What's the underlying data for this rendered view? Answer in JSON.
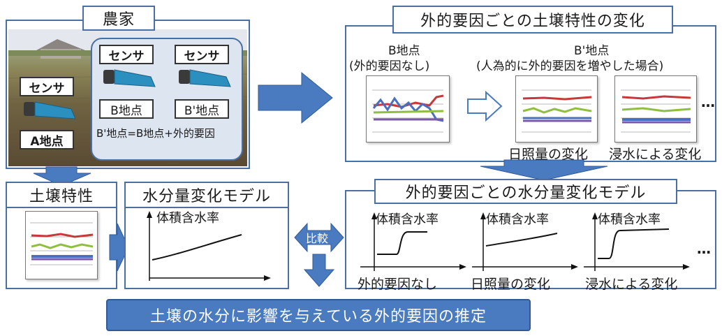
{
  "farmer": {
    "title": "農家",
    "sensor_label": "センサ",
    "point_a": "A地点",
    "point_b": "B地点",
    "point_b_prime": "B'地点",
    "equation": "B'地点=B地点+外的要因"
  },
  "soil_change": {
    "title": "外的要因ごとの土壌特性の変化",
    "b_point": "B地点",
    "b_point_sub": "(外的要因なし)",
    "bprime_point": "B'地点",
    "bprime_point_sub": "(人為的に外的要因を増やした場合)",
    "caption_sunlight": "日照量の変化",
    "caption_flood": "浸水による変化",
    "ellipsis": "…"
  },
  "soil_props": {
    "title": "土壌特性"
  },
  "moisture_model": {
    "title": "水分量変化モデル",
    "y_axis": "体積含水率"
  },
  "compare": {
    "label": "比較"
  },
  "factor_models": {
    "title": "外的要因ごとの水分量変化モデル",
    "y_axis": "体積含水率",
    "cap_none": "外的要因なし",
    "cap_sunlight": "日照量の変化",
    "cap_flood": "浸水による変化",
    "ellipsis": "…"
  },
  "conclusion": {
    "text": "土壌の水分に影響を与えている外的要因の推定"
  },
  "colors": {
    "accent": "#4a7abf",
    "red": "#c8373a",
    "green": "#8fbf3f",
    "blue": "#4a6fc0",
    "purple": "#7a5aa8"
  }
}
